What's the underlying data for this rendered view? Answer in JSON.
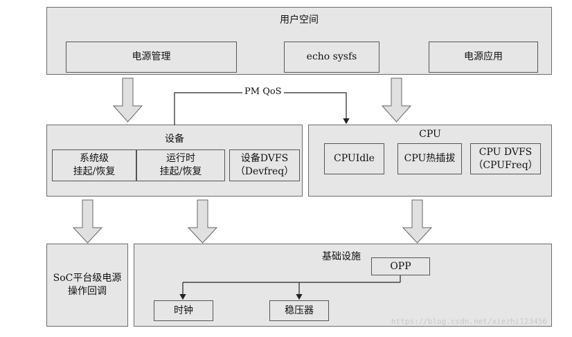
{
  "user_space": {
    "title": "用户空间",
    "power_management": "电源管理",
    "echo_sysfs": "echo sysfs",
    "power_apps": "电源应用"
  },
  "pm_qos": "PM QoS",
  "devices": {
    "title": "设备",
    "system_suspend": [
      "系统级",
      "挂起/恢复"
    ],
    "runtime_suspend": [
      "运行时",
      "挂起/恢复"
    ],
    "device_dvfs": [
      "设备DVFS",
      "（Devfreq）"
    ]
  },
  "cpu": {
    "title": "CPU",
    "cpuidle": "CPUIdle",
    "hotplug": "CPU热插拔",
    "cpu_dvfs": [
      "CPU DVFS",
      "（CPUFreq）"
    ]
  },
  "soc": [
    "SoC平台级电源",
    "操作回调"
  ],
  "infrastructure": {
    "title": "基础设施",
    "opp": "OPP",
    "clock": "时钟",
    "regulator": "稳压器"
  },
  "watermark": "https://blog.csdn.net/xiezhi123456"
}
